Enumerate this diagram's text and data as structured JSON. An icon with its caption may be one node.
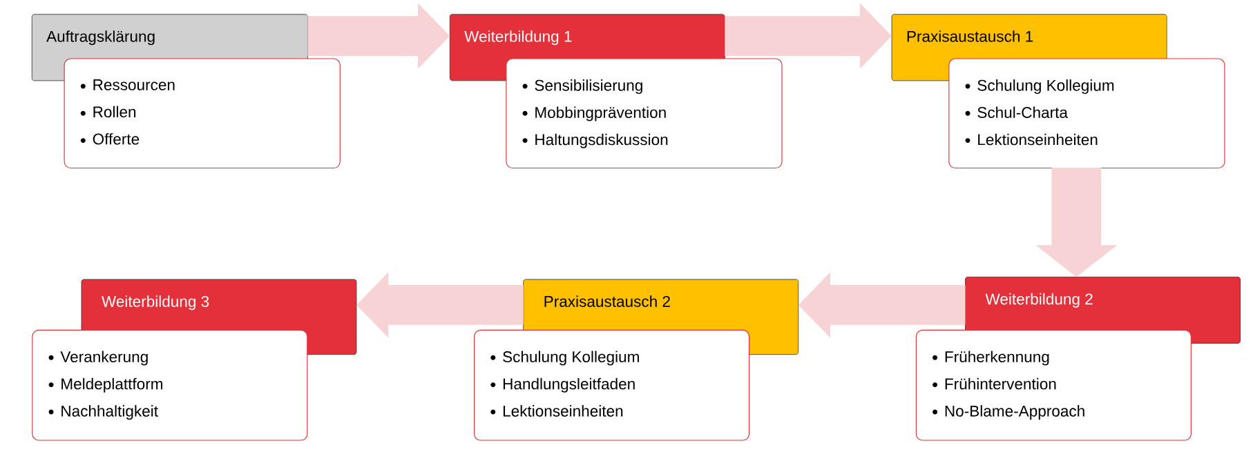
{
  "diagram": {
    "nodes": [
      {
        "text": [
          "Auftragsklärung"
        ]
      },
      {
        "text": [
          "Ressourcen",
          "Rollen",
          "Offerte"
        ]
      },
      {
        "text": [
          "Weiterbildung 1"
        ]
      },
      {
        "text": [
          "Sensibilisierung",
          "Mobbingprävention",
          "Haltungsdiskussion"
        ]
      },
      {
        "text": [
          "Praxisaustausch 1"
        ]
      },
      {
        "text": [
          "Schulung Kollegium",
          "Schul-Charta",
          "Lektionseinheiten"
        ]
      },
      {
        "text": [
          "Weiterbildung 2"
        ]
      },
      {
        "text": [
          "Früherkennung",
          "Frühintervention",
          "No-Blame-Approach"
        ]
      },
      {
        "text": [
          "Praxisaustausch 2"
        ]
      },
      {
        "text": [
          "Schulung Kollegium",
          "Handlungsleitfaden",
          "Lektionseinheiten"
        ]
      },
      {
        "text": [
          "Weiterbildung 3"
        ]
      },
      {
        "text": [
          "Verankerung",
          "Meldeplattform",
          "Nachhaltigkeit"
        ]
      }
    ],
    "edges": [
      {
        "from": 0,
        "to": 2,
        "arrow": "to"
      },
      {
        "from": 2,
        "to": 4,
        "arrow": "to"
      },
      {
        "from": 5,
        "to": 6,
        "arrow": "to"
      },
      {
        "from": 6,
        "to": 8,
        "arrow": "to"
      },
      {
        "from": 8,
        "to": 10,
        "arrow": "to"
      }
    ]
  }
}
